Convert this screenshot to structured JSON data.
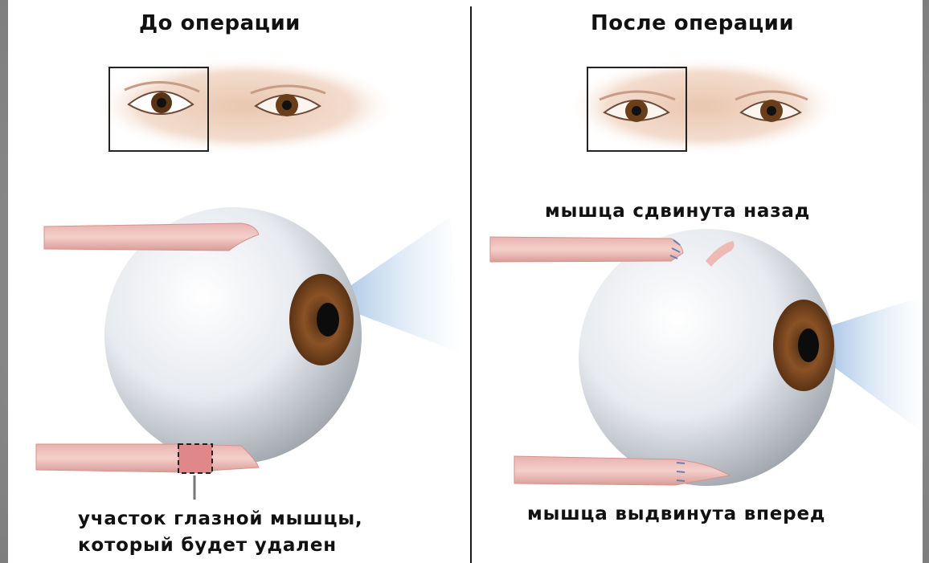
{
  "before": {
    "title": "До операции",
    "callout": [
      "участок глазной мышцы,",
      "который будет удален"
    ]
  },
  "after": {
    "title": "После операции",
    "label_top": "мышца сдвинута назад",
    "label_bottom": "мышца выдвинута вперед"
  }
}
